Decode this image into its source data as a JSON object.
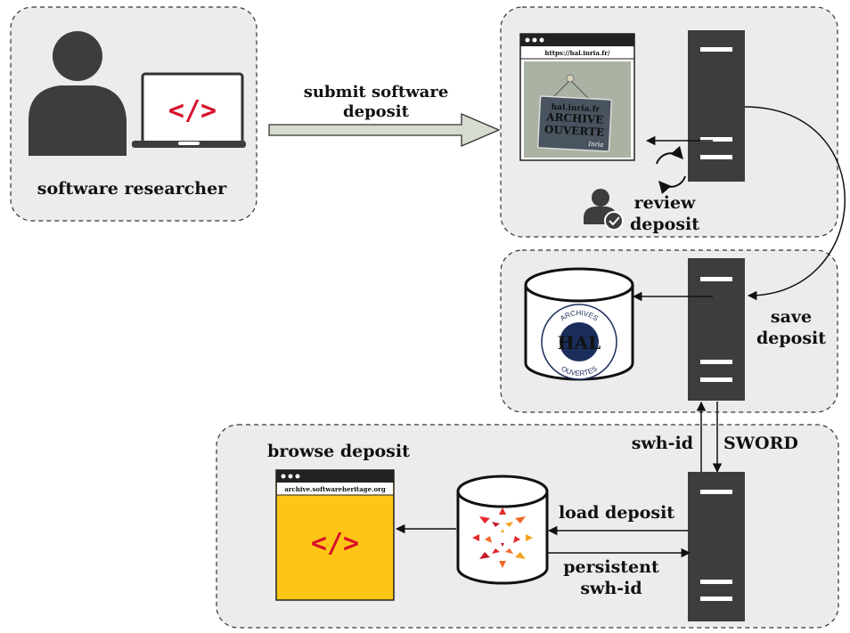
{
  "researcher": {
    "label": "software researcher",
    "code_symbol": "</>"
  },
  "submit": {
    "line1": "submit software",
    "line2": "deposit"
  },
  "hal_browser": {
    "url": "https://hal.inria.fr/",
    "sign_line1": "hal.inria.fr",
    "sign_line2": "ARCHIVE",
    "sign_line3": "OUVERTE",
    "sign_signature": "Inria"
  },
  "review": {
    "line1": "review",
    "line2": "deposit"
  },
  "save": {
    "line1": "save",
    "line2": "deposit"
  },
  "hal_logo": {
    "center": "HAL",
    "top_arc": "ARCHIVES",
    "bottom_arc": "OUVERTES"
  },
  "sword": {
    "left_label": "swh-id",
    "right_label": "SWORD"
  },
  "swh": {
    "browse_label": "browse deposit",
    "url": "archive.softwareheritage.org",
    "code_symbol": "</>",
    "load_label": "load deposit",
    "persistent_line1": "persistent",
    "persistent_line2": "swh-id"
  },
  "colors": {
    "panel_bg": "#ececec",
    "server": "#3d3d3d",
    "code_red": "#d7102a",
    "swh_yellow": "#fdc516",
    "hal_navy": "#1b2d5a",
    "arrow_fill": "#d6dccf"
  }
}
